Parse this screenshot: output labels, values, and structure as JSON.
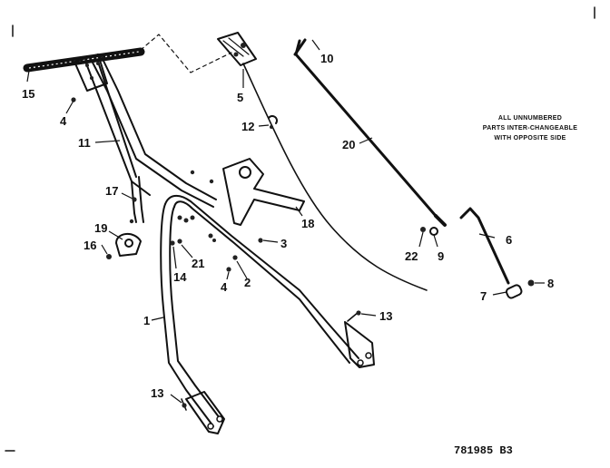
{
  "note": {
    "lines": [
      "ALL UNNUMBERED",
      "PARTS INTER-CHANGEABLE",
      "WITH OPPOSITE SIDE"
    ]
  },
  "drawing_code": "781985 B3",
  "callouts": {
    "c1": "1",
    "c2": "2",
    "c3": "3",
    "c4a": "4",
    "c4b": "4",
    "c5": "5",
    "c6": "6",
    "c7": "7",
    "c8": "8",
    "c9": "9",
    "c10": "10",
    "c11": "11",
    "c12": "12",
    "c13a": "13",
    "c13b": "13",
    "c14": "14",
    "c15": "15",
    "c16": "16",
    "c17": "17",
    "c18": "18",
    "c19": "19",
    "c20": "20",
    "c21": "21",
    "c22": "22"
  }
}
